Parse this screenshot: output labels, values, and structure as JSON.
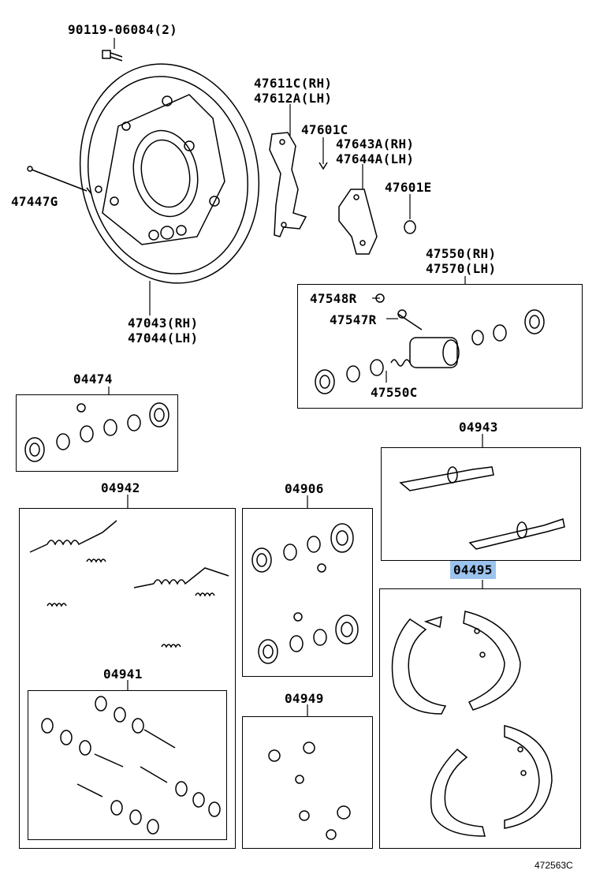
{
  "labels": {
    "bolt": "90119-06084(2)",
    "pin": "47447G",
    "plate_rh": "47043(RH)",
    "plate_lh": "47044(LH)",
    "lever_rh": "47611C(RH)",
    "lever_lh": "47612A(LH)",
    "clip": "47601C",
    "strut_rh": "47643A(RH)",
    "strut_lh": "47644A(LH)",
    "ring": "47601E",
    "cyl_rh": "47550(RH)",
    "cyl_lh": "47570(LH)",
    "cap": "47548R",
    "bleeder": "47547R",
    "cyl_kit": "47550C",
    "kit_04474": "04474",
    "kit_04942": "04942",
    "kit_04906": "04906",
    "kit_04943": "04943",
    "kit_04495": "04495",
    "kit_04941": "04941",
    "kit_04949": "04949"
  },
  "diagram_code": "472563C",
  "highlight_color": "#9cc3ee"
}
